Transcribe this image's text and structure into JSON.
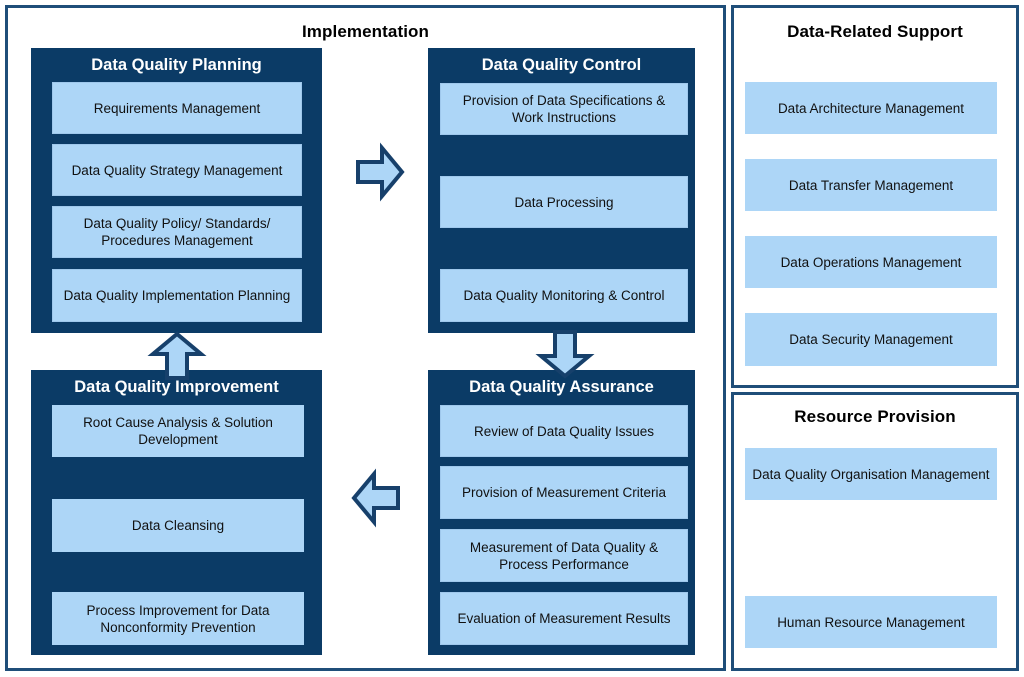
{
  "regions": {
    "implementation": {
      "title": "Implementation"
    },
    "data_related_support": {
      "title": "Data-Related Support"
    },
    "resource_provision": {
      "title": "Resource Provision"
    }
  },
  "panels": {
    "planning": {
      "title": "Data Quality Planning",
      "items": [
        "Requirements Management",
        "Data Quality Strategy Management",
        "Data Quality Policy/ Standards/ Procedures Management",
        "Data Quality Implementation Planning"
      ]
    },
    "control": {
      "title": "Data Quality Control",
      "items": [
        "Provision of Data Specifications & Work Instructions",
        "Data Processing",
        "Data Quality Monitoring & Control"
      ]
    },
    "assurance": {
      "title": "Data Quality Assurance",
      "items": [
        "Review of Data Quality Issues",
        "Provision of Measurement Criteria",
        "Measurement of Data Quality & Process Performance",
        "Evaluation of Measurement Results"
      ]
    },
    "improvement": {
      "title": "Data Quality Improvement",
      "items": [
        "Root Cause Analysis & Solution Development",
        "Data Cleansing",
        "Process Improvement for Data Nonconformity Prevention"
      ]
    },
    "support": {
      "items": [
        "Data Architecture Management",
        "Data Transfer Management",
        "Data Operations Management",
        "Data Security Management"
      ]
    },
    "resource": {
      "items": [
        "Data Quality Organisation Management",
        "Human Resource Management"
      ]
    }
  },
  "arrows": [
    {
      "name": "arrow-planning-to-control",
      "direction": "right"
    },
    {
      "name": "arrow-control-to-assurance",
      "direction": "down"
    },
    {
      "name": "arrow-assurance-to-improvement",
      "direction": "left"
    },
    {
      "name": "arrow-improvement-to-planning",
      "direction": "up"
    }
  ],
  "colors": {
    "navy_panel": "#0B3B66",
    "light_blue_box": "#ADD6F7",
    "frame_border": "#1F4E79",
    "arrow_fill": "#ADD6F7",
    "arrow_stroke": "#17406B"
  }
}
